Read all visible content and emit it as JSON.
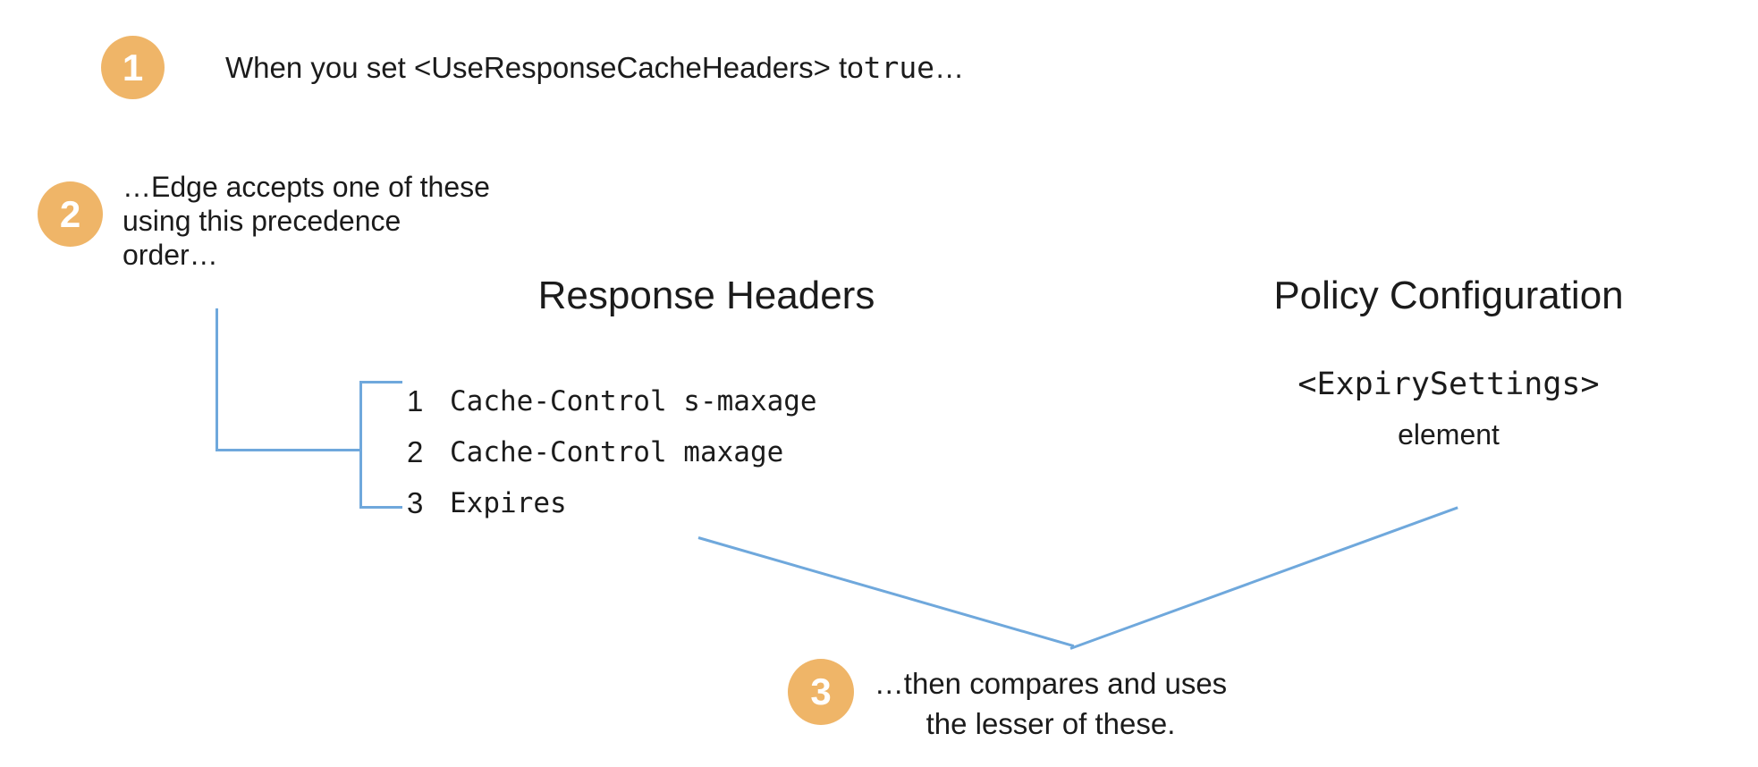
{
  "colors": {
    "accent_orange": "#EFB568",
    "connector_blue": "#6FA8DC",
    "text": "#1B1B1B"
  },
  "steps": {
    "one": {
      "number": "1",
      "text_prefix": "When you set <UseResponseCacheHeaders> to ",
      "text_code": "true",
      "text_suffix": "…"
    },
    "two": {
      "number": "2",
      "lines": [
        "…Edge accepts one of these",
        "using this precedence",
        "order…"
      ]
    },
    "three": {
      "number": "3",
      "lines": [
        "…then compares and uses",
        "the lesser of these."
      ]
    }
  },
  "columns": {
    "response_headers": {
      "title": "Response Headers",
      "items": [
        {
          "rank": "1",
          "value": "Cache-Control s-maxage"
        },
        {
          "rank": "2",
          "value": "Cache-Control maxage"
        },
        {
          "rank": "3",
          "value": "Expires"
        }
      ]
    },
    "policy_configuration": {
      "title": "Policy Configuration",
      "element_name": "<ExpirySettings>",
      "element_suffix": "element"
    }
  }
}
